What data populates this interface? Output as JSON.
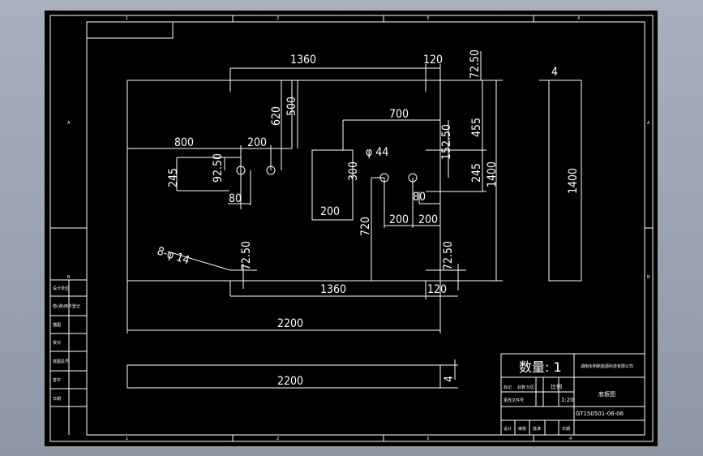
{
  "colors": {
    "background": "#000000",
    "line": "#ffffff",
    "frame_bg": "#9aa3b2"
  },
  "zones": {
    "top": [
      "1",
      "2",
      "3",
      "4"
    ],
    "bottom": [
      "1",
      "2",
      "3",
      "4"
    ],
    "left": [
      "A",
      "B"
    ],
    "right": [
      "A",
      "B"
    ]
  },
  "dimensions": {
    "top_1360": "1360",
    "top_120": "120",
    "top_7250": "72.50",
    "d620": "620",
    "d500": "500",
    "d700": "700",
    "d15250": "152.50",
    "d455": "455",
    "d800": "800",
    "d200_upper": "200",
    "d9250": "92.50",
    "d245_left": "245",
    "d80_left": "80",
    "d300": "300",
    "d200_slot": "200",
    "phi44": "φ 44",
    "d245_right": "245",
    "d1400_mid": "1400",
    "d80_right": "80",
    "d720": "720",
    "d200_a": "200",
    "d200_b": "200",
    "holes_note": "8-φ 14",
    "d7250_left_bottom": "72.50",
    "d7250_right_bottom": "72.50",
    "bottom_1360": "1360",
    "bottom_120": "120",
    "d2200_plate": "2200",
    "side_4": "4",
    "side_1400": "1400",
    "strip_2200": "2200",
    "strip_4": "4"
  },
  "title_block": {
    "quantity": "数量: 1",
    "company": "湖南永明新能源科技有限公司",
    "scale_label": "比例",
    "scale": "1:20",
    "part_name": "底板图",
    "drawing_no": "GT150501-06-06",
    "row_labels": [
      "标记",
      "处数",
      "分区",
      "更改文件号"
    ],
    "bottom_labels": [
      "设计",
      "审核",
      "批准",
      "日期"
    ]
  },
  "left_table": [
    "设计单位",
    "借(通)用件登记",
    "描图",
    "校对",
    "底图总号",
    "签字",
    "日期"
  ]
}
